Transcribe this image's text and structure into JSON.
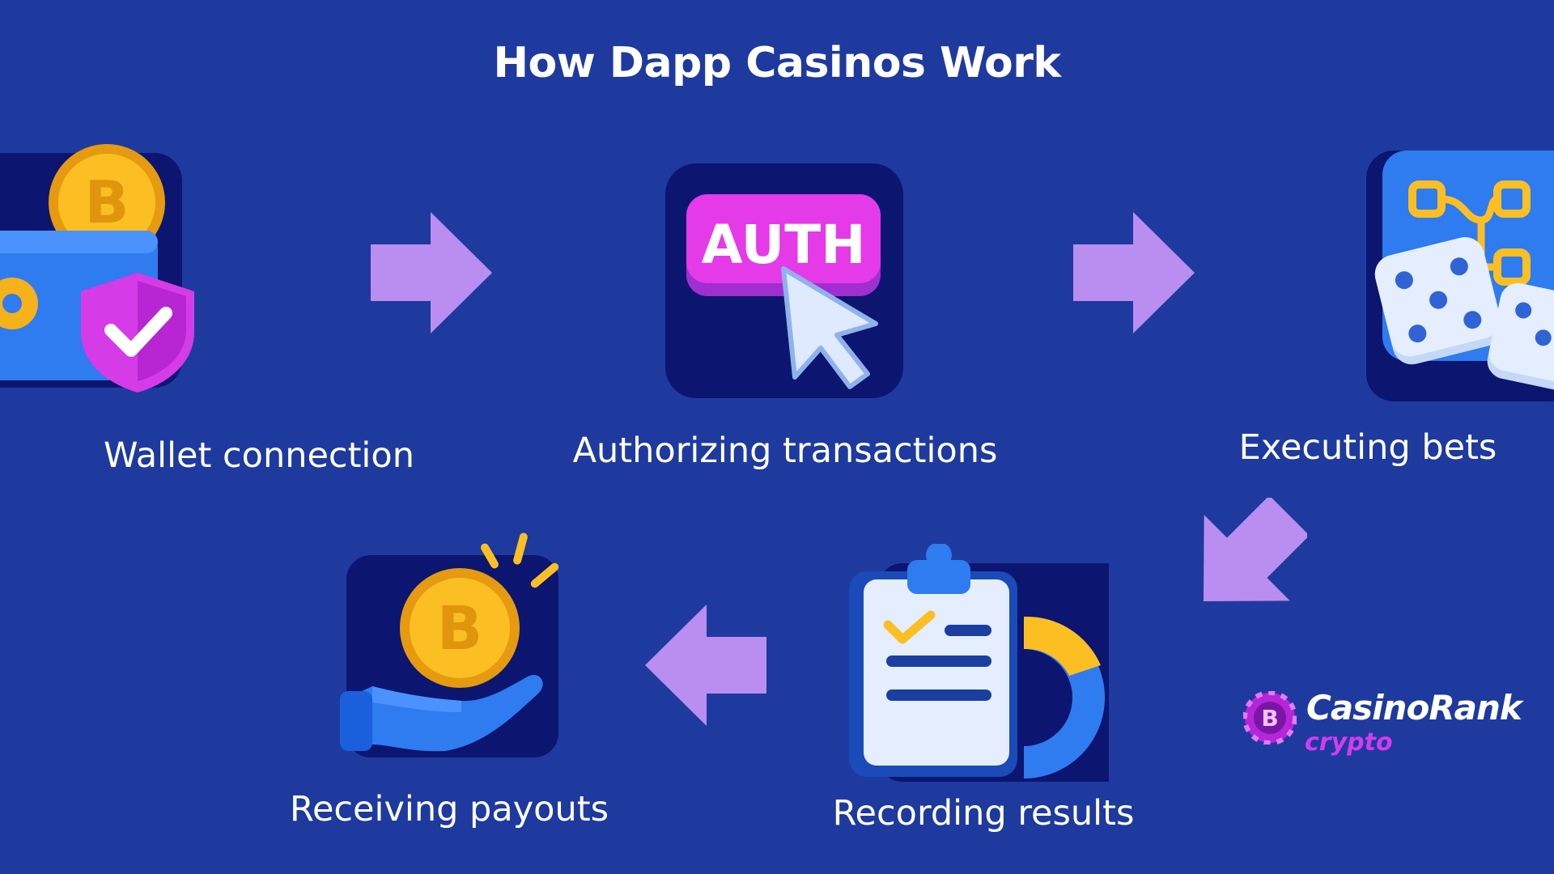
{
  "title": "How Dapp Casinos Work",
  "colors": {
    "background": "#1e3a9f",
    "arrow": "#b98ef0",
    "tile": "#0c1570",
    "coin": "#f6b21a",
    "accent_pink": "#d63be8",
    "accent_blue": "#2f7bf0"
  },
  "steps": [
    {
      "label": "Wallet connection",
      "icon": "wallet-coin-shield-icon"
    },
    {
      "label": "Authorizing transactions",
      "icon": "auth-button-cursor-icon",
      "icon_text": "AUTH"
    },
    {
      "label": "Executing bets",
      "icon": "dice-network-icon"
    },
    {
      "label": "Recording results",
      "icon": "clipboard-chart-icon"
    },
    {
      "label": "Receiving payouts",
      "icon": "hand-coin-icon"
    }
  ],
  "logo": {
    "name": "CasinoRank",
    "sub": "crypto"
  }
}
